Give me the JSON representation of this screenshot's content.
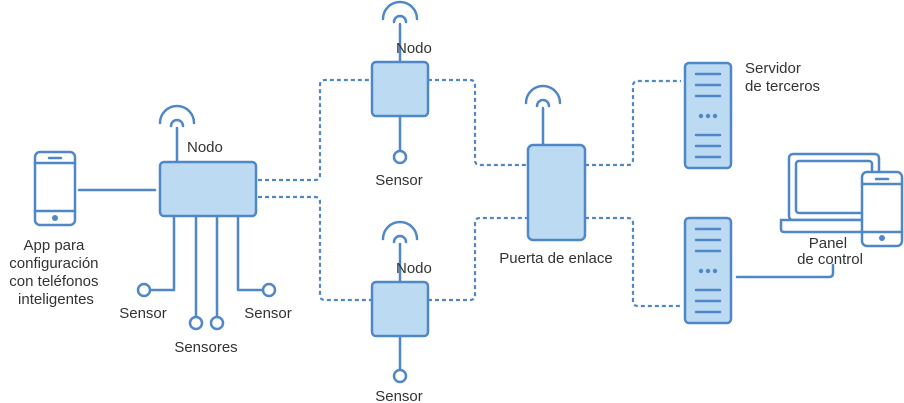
{
  "labels": {
    "app": [
      "App para",
      "configuración",
      "con teléfonos",
      "inteligentes"
    ],
    "node_main": "Nodo",
    "node_top": "Nodo",
    "node_bottom": "Nodo",
    "sensor_left": "Sensor",
    "sensor_right": "Sensor",
    "sensors_middle": "Sensores",
    "sensor_top": "Sensor",
    "sensor_bottom": "Sensor",
    "gateway": "Puerta de enlace",
    "server": [
      "Servidor",
      "de terceros"
    ],
    "dashboard": [
      "Panel",
      "de control"
    ]
  },
  "colors": {
    "stroke": "#4f87c7",
    "fill": "#bcdbf2",
    "text": "#333333"
  }
}
